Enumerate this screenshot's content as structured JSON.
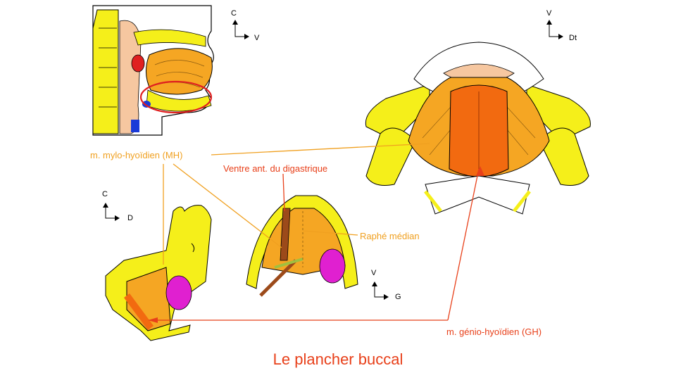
{
  "title": "Le plancher buccal",
  "labels": {
    "mylo": "m. mylo-hyoïdien  (MH)",
    "digastric": "Ventre ant. du digastrique",
    "raphe": "Raphé médian",
    "genio": "m. génio-hyoïdien  (GH)"
  },
  "orientation": {
    "sagittal": {
      "up": "C",
      "right": "V"
    },
    "superior": {
      "up": "V",
      "right": "Dt"
    },
    "lateral": {
      "up": "C",
      "right": "D"
    },
    "inferior": {
      "up": "V",
      "right": "G"
    }
  },
  "colors": {
    "bone": "#f5ef1a",
    "muscle_mylo": "#f5a623",
    "muscle_genio": "#f26a10",
    "digastric": "#9c4a1a",
    "gland": "#e020d0",
    "label_orange": "#f0a020",
    "label_red": "#e8401a",
    "leader_orange": "#f0a020",
    "leader_red": "#e8401a"
  }
}
